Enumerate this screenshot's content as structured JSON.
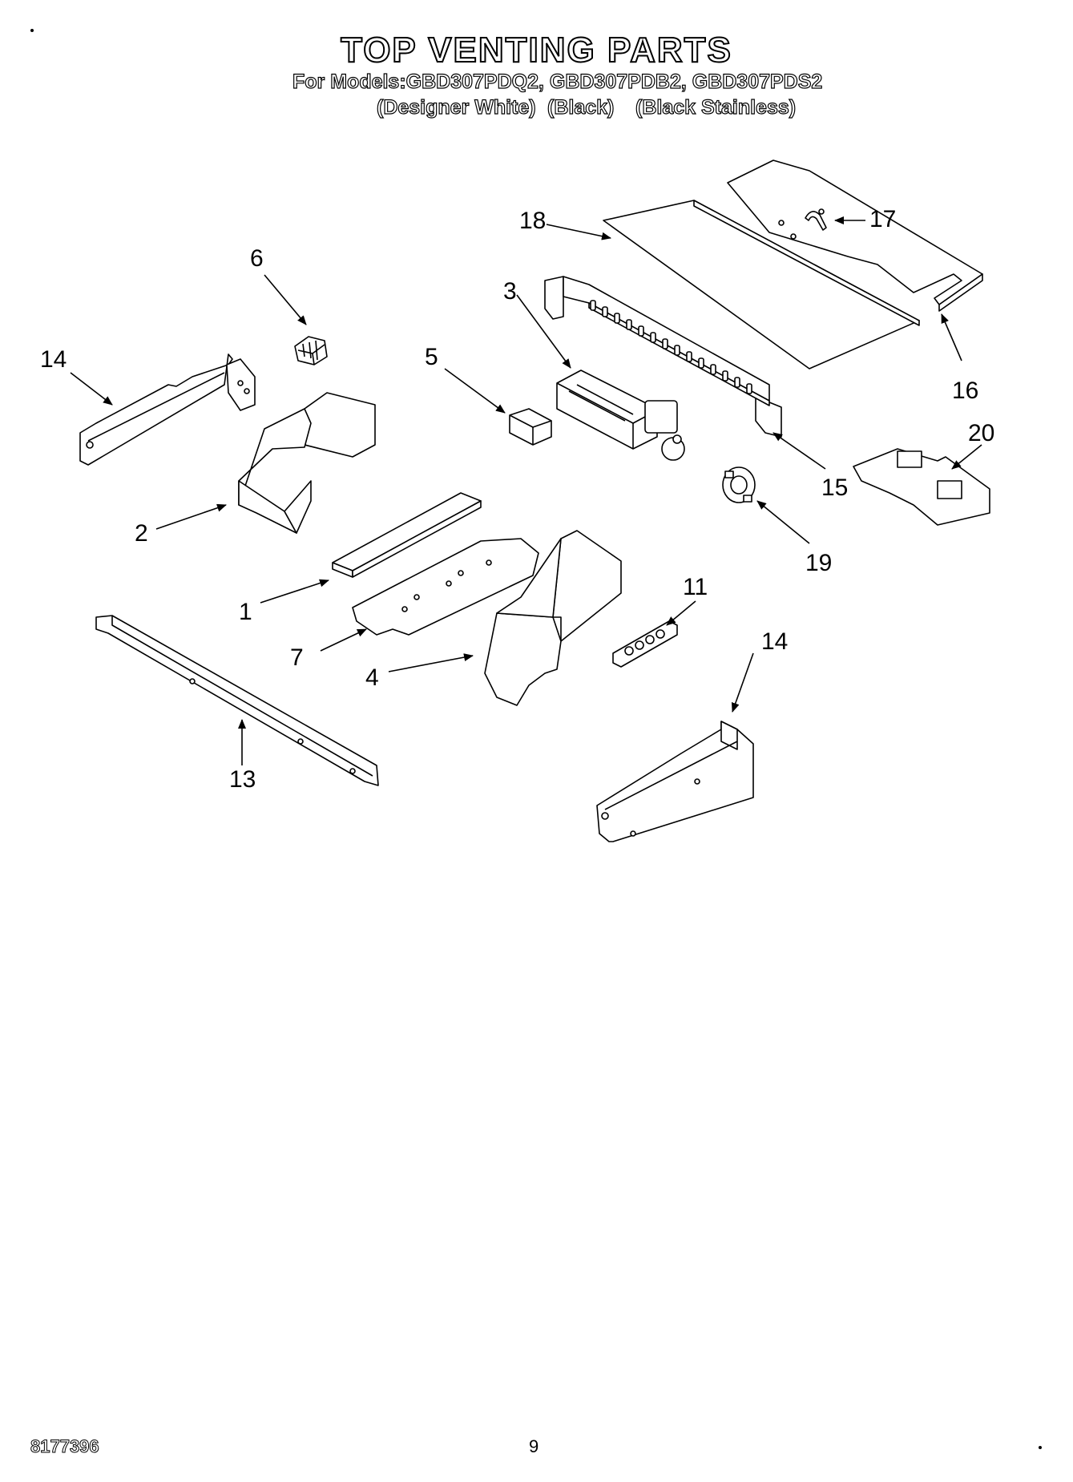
{
  "header": {
    "title": "TOP VENTING PARTS",
    "models_line": "For Models:GBD307PDQ2, GBD307PDB2, GBD307PDS2",
    "variants": [
      "(Designer White)",
      "(Black)",
      "(Black Stainless)"
    ]
  },
  "callouts": {
    "c1": "1",
    "c2": "2",
    "c3": "3",
    "c4": "4",
    "c5": "5",
    "c6": "6",
    "c7": "7",
    "c11": "11",
    "c13": "13",
    "c14a": "14",
    "c14b": "14",
    "c15": "15",
    "c16": "16",
    "c17": "17",
    "c18": "18",
    "c19": "19",
    "c20": "20"
  },
  "footer": {
    "doc_number": "8177396",
    "page_number": "9"
  }
}
